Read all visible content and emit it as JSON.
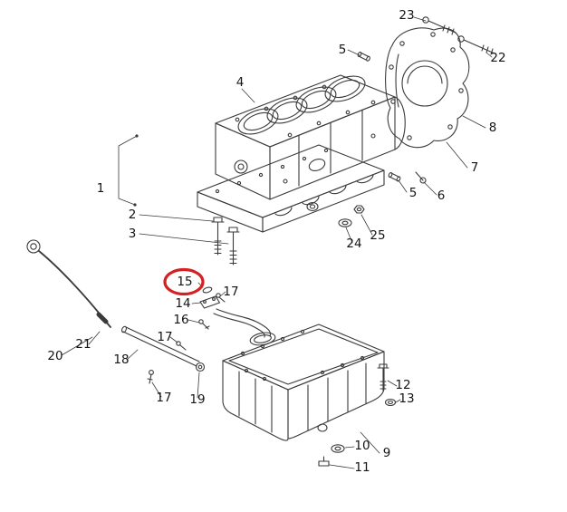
{
  "diagram": {
    "background_color": "#ffffff",
    "line_color": "#3a3a3a",
    "label_color": "#141414",
    "highlight_color": "#d42222",
    "highlighted_callout": "15",
    "callouts": [
      {
        "label": "23"
      },
      {
        "label": "22"
      },
      {
        "label": "5"
      },
      {
        "label": "4"
      },
      {
        "label": "8"
      },
      {
        "label": "7"
      },
      {
        "label": "1"
      },
      {
        "label": "5"
      },
      {
        "label": "6"
      },
      {
        "label": "2"
      },
      {
        "label": "3"
      },
      {
        "label": "25"
      },
      {
        "label": "24"
      },
      {
        "label": "15",
        "highlighted": true
      },
      {
        "label": "17"
      },
      {
        "label": "14"
      },
      {
        "label": "16"
      },
      {
        "label": "17"
      },
      {
        "label": "21"
      },
      {
        "label": "20"
      },
      {
        "label": "18"
      },
      {
        "label": "17"
      },
      {
        "label": "19"
      },
      {
        "label": "12"
      },
      {
        "label": "13"
      },
      {
        "label": "10"
      },
      {
        "label": "9"
      },
      {
        "label": "11"
      }
    ]
  }
}
